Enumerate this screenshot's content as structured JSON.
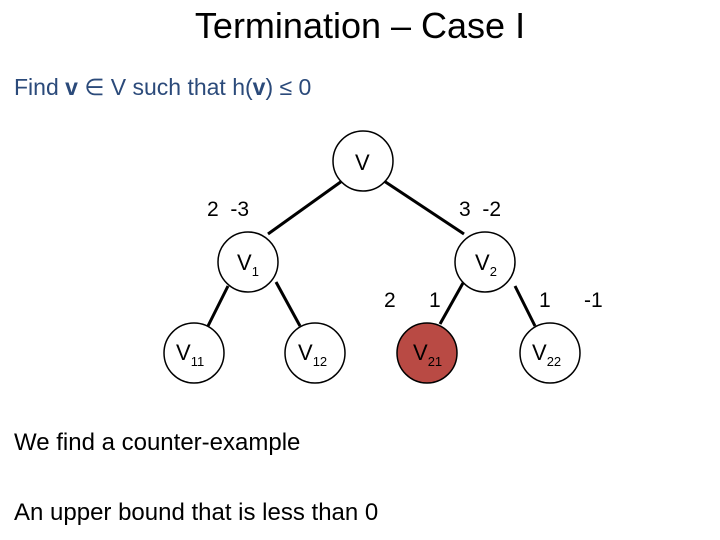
{
  "title": "Termination – Case I",
  "subtitle": {
    "prefix": "Find ",
    "v1": "v",
    "mid": " ∈ V such that h(",
    "v2": "v",
    "suffix": ") ≤ 0"
  },
  "nodes": {
    "root": {
      "label": "V",
      "sub": ""
    },
    "v1": {
      "label": "V",
      "sub": "1"
    },
    "v2": {
      "label": "V",
      "sub": "2"
    },
    "v11": {
      "label": "V",
      "sub": "11"
    },
    "v12": {
      "label": "V",
      "sub": "12"
    },
    "v21": {
      "label": "V",
      "sub": "21"
    },
    "v22": {
      "label": "V",
      "sub": "22"
    }
  },
  "edge_labels": {
    "root_v1": "2  -3",
    "root_v2": "3  -2",
    "v2_v21_a": "2",
    "v2_v21_b": "1",
    "v2_v22_a": "1",
    "v2_v22_b": "-1"
  },
  "colors": {
    "highlight": "#b94a44"
  },
  "captions": {
    "counter_example": "We find a counter-example",
    "upper_bound": "An upper bound that is less than 0"
  }
}
